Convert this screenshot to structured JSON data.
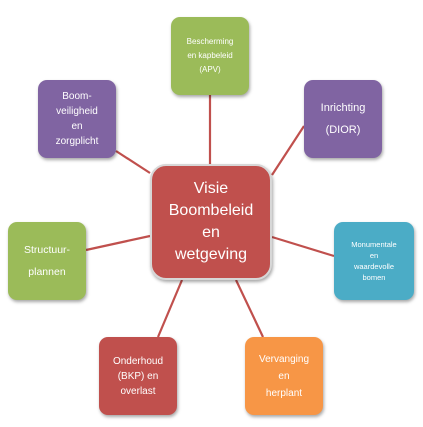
{
  "colors": {
    "line": "#c0504d",
    "center_fill": "#c0504d",
    "apv_fill": "#9bbb59",
    "dior_fill": "#8064a2",
    "boomveiligheid_fill": "#8064a2",
    "structuurplannen_fill": "#9bbb59",
    "monumentale_fill": "#4bacc6",
    "onderhoud_fill": "#c0504d",
    "vervanging_fill": "#f79646"
  },
  "nodes": {
    "center": {
      "label": "Visie\nBoombeleid\nen\nwetgeving"
    },
    "apv": {
      "label": "Bescherming\nen kapbeleid\n(APV)"
    },
    "dior": {
      "label": "Inrichting\n(DIOR)"
    },
    "boomveiligheid": {
      "label": "Boom-\nveiligheid\nen\nzorgplicht"
    },
    "structuurplannen": {
      "label": "Structuur-\nplannen"
    },
    "monumentale": {
      "label": "Monumentale\nen\nwaardevolle\nbomen"
    },
    "onderhoud": {
      "label": "Onderhoud\n(BKP) en\noverlast"
    },
    "vervanging": {
      "label": "Vervanging\nen\nherplant"
    }
  }
}
